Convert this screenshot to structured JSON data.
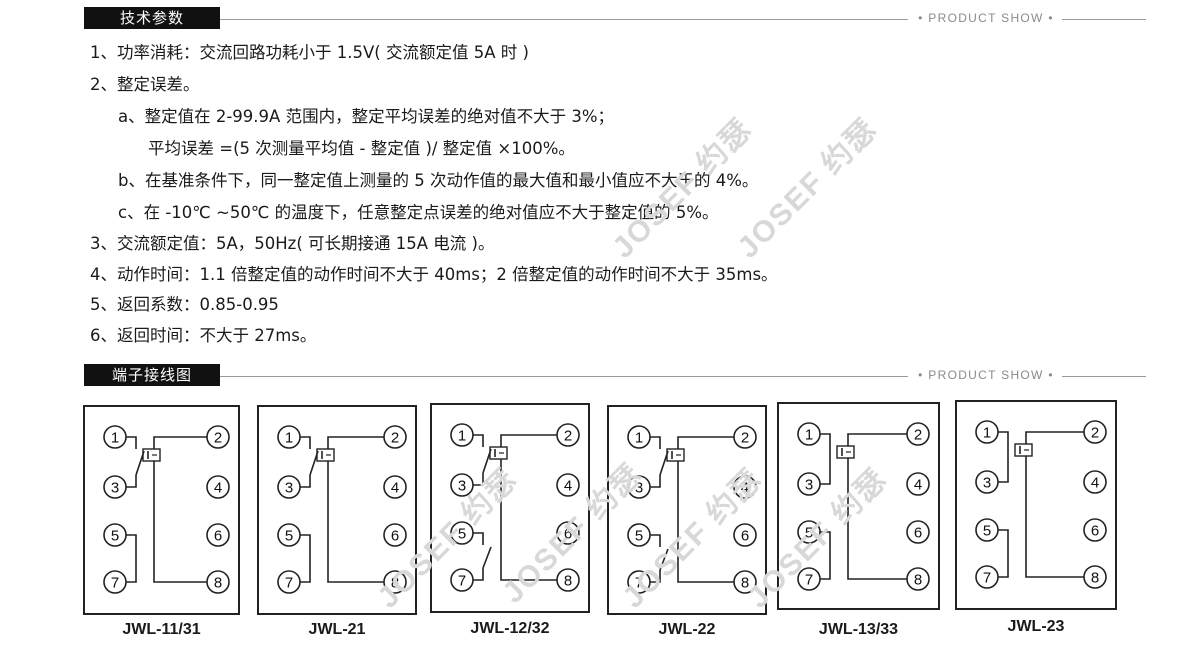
{
  "section1": {
    "title": "技术参数",
    "tag": "• PRODUCT SHOW •"
  },
  "section2": {
    "title": "端子接线图",
    "tag": "• PRODUCT SHOW •"
  },
  "params": [
    "1、功率消耗：交流回路功耗小于 1.5V( 交流额定值 5A 时 )",
    "2、整定误差。",
    "a、整定值在 2-99.9A 范围内，整定平均误差的绝对值不大于 3%；",
    "平均误差 =(5 次测量平均值 - 整定值 )/ 整定值 ×100%。",
    "b、在基准条件下，同一整定值上测量的 5 次动作值的最大值和最小值应不大于的 4%。",
    "c、在 -10℃ ~50℃ 的温度下，任意整定点误差的绝对值应不大于整定值的 5%。",
    "3、交流额定值：5A，50Hz( 可长期接通 15A 电流 )。",
    "4、动作时间：1.1 倍整定值的动作时间不大于 40ms；2 倍整定值的动作时间不大于 35ms。",
    "5、返回系数：0.85-0.95",
    "6、返回时间：不大于 27ms。"
  ],
  "watermark": "JOSEF 约瑟",
  "terminals": [
    "1",
    "2",
    "3",
    "4",
    "5",
    "6",
    "7",
    "8"
  ],
  "diagrams": [
    {
      "label": "JWL-11/31"
    },
    {
      "label": "JWL-21"
    },
    {
      "label": "JWL-12/32"
    },
    {
      "label": "JWL-22"
    },
    {
      "label": "JWL-13/33"
    },
    {
      "label": "JWL-23"
    }
  ]
}
